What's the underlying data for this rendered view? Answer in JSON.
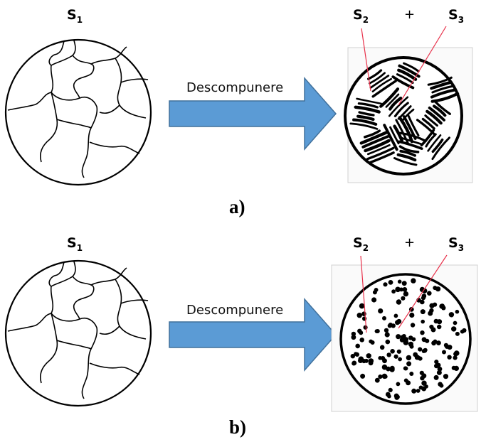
{
  "panel_a": {
    "s1": {
      "letter": "S",
      "sub": "1"
    },
    "s2": {
      "letter": "S",
      "sub": "2"
    },
    "s3": {
      "letter": "S",
      "sub": "3"
    },
    "plus": "+",
    "arrow_label": "Descompunere",
    "caption": "a)",
    "microstructure": "lamellar"
  },
  "panel_b": {
    "s1": {
      "letter": "S",
      "sub": "1"
    },
    "s2": {
      "letter": "S",
      "sub": "2"
    },
    "s3": {
      "letter": "S",
      "sub": "3"
    },
    "plus": "+",
    "arrow_label": "Descompunere",
    "caption": "b)",
    "microstructure": "globular"
  },
  "colors": {
    "arrow_fill": "#5b9bd5",
    "arrow_stroke": "#41719c",
    "pointer": "#e8304a",
    "ink": "#000000"
  }
}
